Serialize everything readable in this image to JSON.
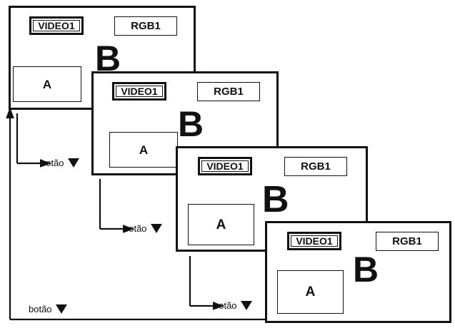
{
  "diagram": {
    "title": "",
    "colors": {
      "ink": "#111111",
      "paper": "#ffffff"
    },
    "panels": [
      {
        "id": "panel-1",
        "video_label": "VIDEO1",
        "rgb_label": "RGB1",
        "sub_window_label": "A",
        "main_label": "B"
      },
      {
        "id": "panel-2",
        "video_label": "VIDEO1",
        "rgb_label": "RGB1",
        "sub_window_label": "A",
        "main_label": "B"
      },
      {
        "id": "panel-3",
        "video_label": "VIDEO1",
        "rgb_label": "RGB1",
        "sub_window_label": "A",
        "main_label": "B"
      },
      {
        "id": "panel-4",
        "video_label": "VIDEO1",
        "rgb_label": "RGB1",
        "sub_window_label": "A",
        "main_label": "B"
      }
    ],
    "connectors": [
      {
        "id": "connector-1",
        "label": "botão",
        "icon": "triangle-down-icon"
      },
      {
        "id": "connector-2",
        "label": "botão",
        "icon": "triangle-down-icon"
      },
      {
        "id": "connector-3",
        "label": "botão",
        "icon": "triangle-down-icon"
      }
    ],
    "loop_back": {
      "id": "loop-back",
      "label": "botão",
      "icon": "triangle-down-icon"
    }
  }
}
